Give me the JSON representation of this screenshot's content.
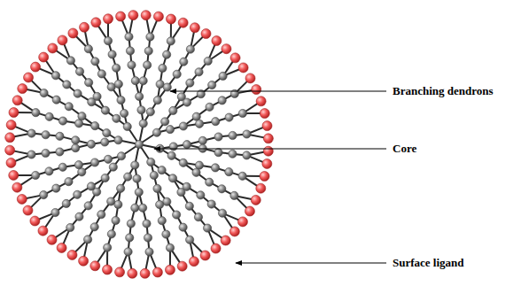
{
  "diagram": {
    "labels": [
      "Branching dendrons",
      "Core",
      "Surface ligand"
    ]
  }
}
